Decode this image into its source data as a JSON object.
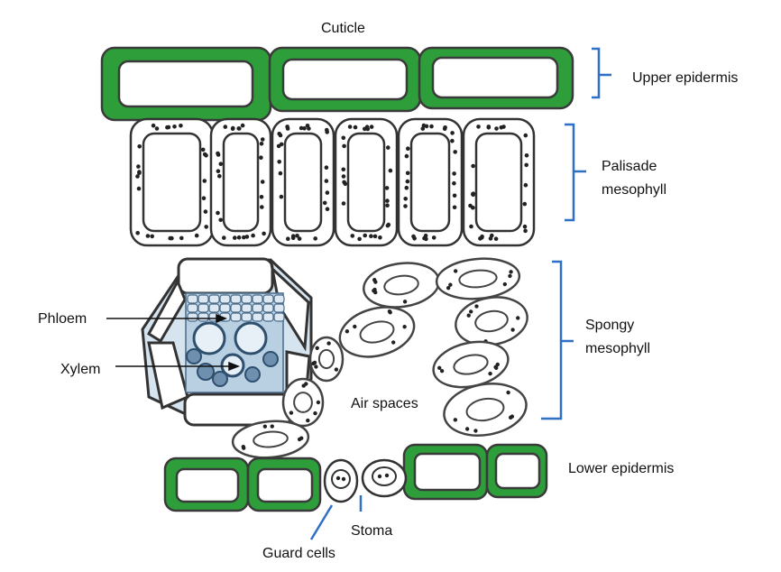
{
  "labels": {
    "cuticle": "Cuticle",
    "upper_epidermis": "Upper epidermis",
    "palisade": "Palisade mesophyll",
    "spongy": "Spongy mesophyll",
    "phloem": "Phloem",
    "xylem": "Xylem",
    "air_spaces": "Air spaces",
    "lower_epidermis": "Lower epidermis",
    "stoma": "Stoma",
    "guard_cells": "Guard cells"
  },
  "colors": {
    "epidermis_green": "#2d9e3a",
    "bracket_blue": "#2f6fc4",
    "outline": "#444444",
    "vascular_blue": "#9fbfd9"
  }
}
